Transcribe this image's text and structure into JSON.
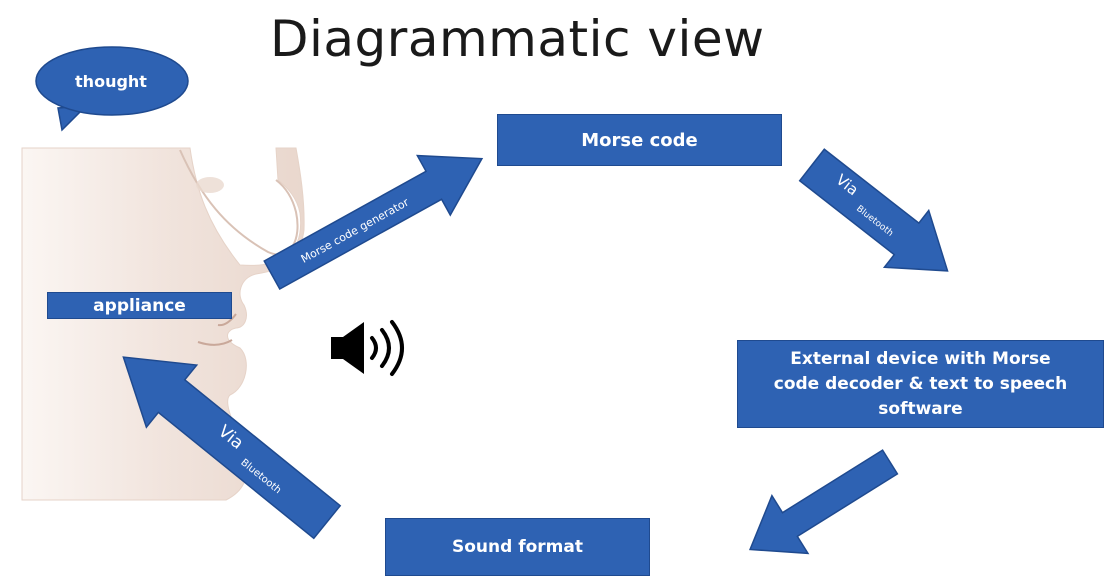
{
  "title": "Diagrammatic view",
  "thought_bubble": "thought",
  "nodes": {
    "morse_code": "Morse code",
    "external_device_line1": "External device with Morse",
    "external_device_line2": "code decoder & text to speech",
    "external_device_line3": "software",
    "sound_format": "Sound format",
    "appliance": "appliance"
  },
  "arrows": {
    "generator_label": "Morse code generator",
    "bluetooth_top_via": "Via",
    "bluetooth_top_word": "Bluetooth",
    "bluetooth_bottom_via": "Via",
    "bluetooth_bottom_word": "Bluetooth"
  },
  "icons": {
    "face": "face-profile-icon",
    "speaker": "speaker-icon"
  },
  "colors": {
    "box_fill": "#2e62b3",
    "box_border": "#1f4a8f",
    "skin": "#f1e4dd"
  }
}
